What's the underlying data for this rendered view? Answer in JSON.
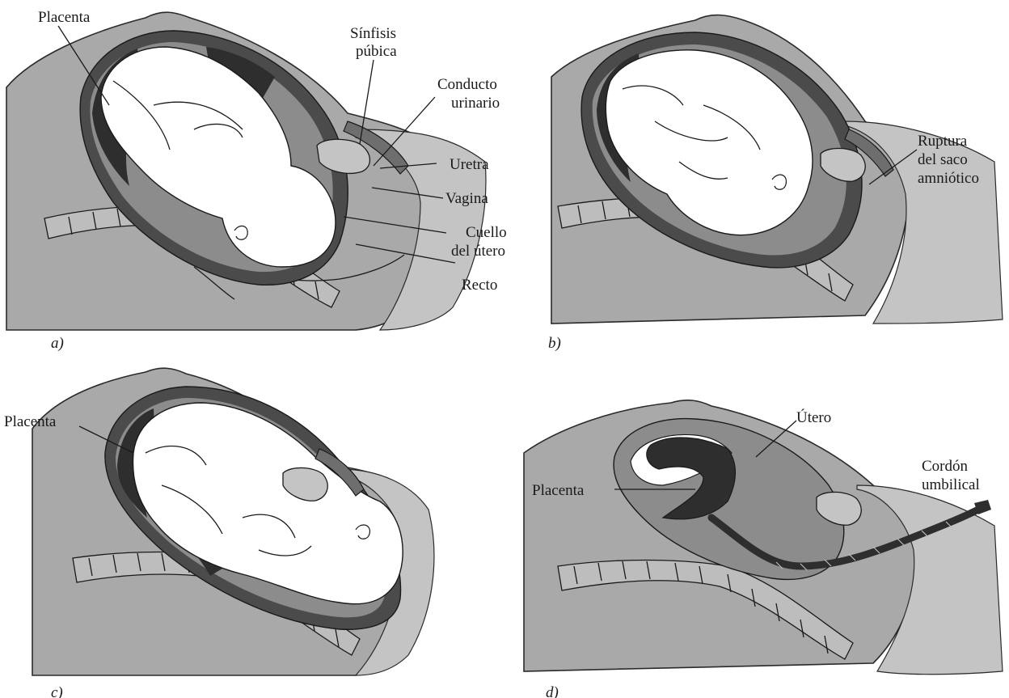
{
  "colors": {
    "tissue": "#a9a9a9",
    "tissue_dark": "#8c8c8c",
    "wall": "#4b4b4b",
    "placenta": "#2e2e2e",
    "baby": "#ffffff",
    "line": "#1a1a1a"
  },
  "panels": [
    {
      "caption": "a)",
      "labels": {
        "placenta": "Placenta",
        "sinfisis_1": "Sínfisis",
        "sinfisis_2": "púbica",
        "conducto_1": "Conducto",
        "conducto_2": "urinario",
        "uretra": "Uretra",
        "vagina": "Vagina",
        "cuello_1": "Cuello",
        "cuello_2": "del útero",
        "recto": "Recto"
      }
    },
    {
      "caption": "b)",
      "labels": {
        "ruptura_1": "Ruptura",
        "ruptura_2": "del saco",
        "ruptura_3": "amniótico"
      }
    },
    {
      "caption": "c)",
      "labels": {
        "placenta": "Placenta"
      }
    },
    {
      "caption": "d)",
      "labels": {
        "utero": "Útero",
        "placenta": "Placenta",
        "cordon_1": "Cordón",
        "cordon_2": "umbilical"
      }
    }
  ]
}
